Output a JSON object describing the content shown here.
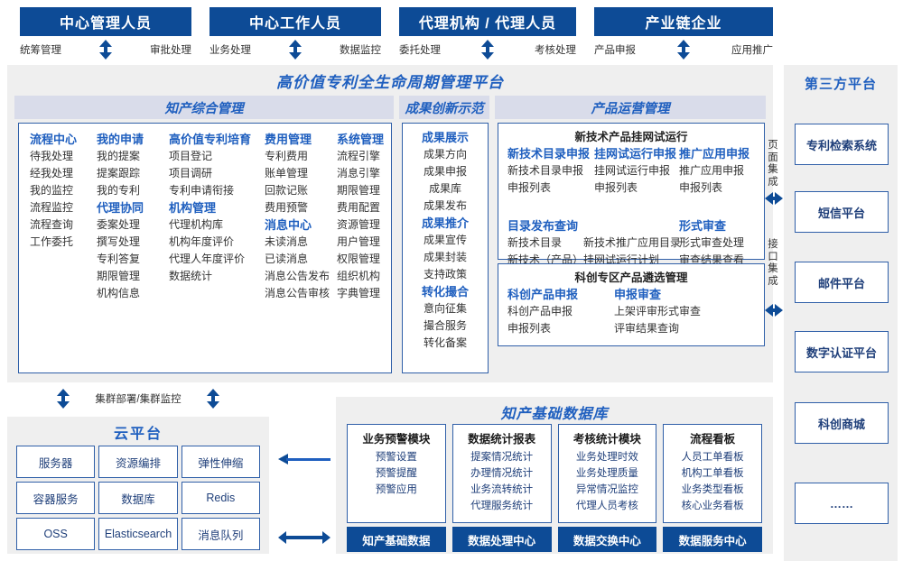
{
  "roles": [
    {
      "title": "中心管理人员",
      "left_label": "统筹管理",
      "right_label": "审批处理"
    },
    {
      "title": "中心工作人员",
      "left_label": "业务处理",
      "right_label": "数据监控"
    },
    {
      "title": "代理机构 / 代理人员",
      "left_label": "委托处理",
      "right_label": "考核处理"
    },
    {
      "title": "产业链企业",
      "left_label": "产品申报",
      "right_label": "应用推广"
    }
  ],
  "platform": {
    "title": "高价值专利全生命周期管理平台",
    "sections": [
      {
        "name": "知产综合管理",
        "columns": [
          {
            "groups": [
              {
                "title": "流程中心",
                "items": [
                  "待我处理",
                  "经我处理",
                  "我的监控",
                  "流程监控",
                  "流程查询",
                  "工作委托"
                ]
              }
            ]
          },
          {
            "groups": [
              {
                "title": "我的申请",
                "items": [
                  "我的提案",
                  "提案跟踪",
                  "我的专利"
                ]
              },
              {
                "title": "代理协同",
                "items": [
                  "委案处理",
                  "撰写处理",
                  "专利答复",
                  "期限管理",
                  "机构信息"
                ]
              }
            ]
          },
          {
            "groups": [
              {
                "title": "高价值专利培育",
                "items": [
                  "项目登记",
                  "项目调研",
                  "专利申请衔接"
                ]
              },
              {
                "title": "机构管理",
                "items": [
                  "代理机构库",
                  "机构年度评价",
                  "代理人年度评价",
                  "数据统计"
                ]
              }
            ]
          },
          {
            "groups": [
              {
                "title": "费用管理",
                "items": [
                  "专利费用",
                  "账单管理",
                  "回款记账",
                  "费用预警"
                ]
              },
              {
                "title": "消息中心",
                "items": [
                  "未读消息",
                  "已读消息",
                  "消息公告发布",
                  "消息公告审核"
                ]
              }
            ]
          },
          {
            "groups": [
              {
                "title": "系统管理",
                "items": [
                  "流程引擎",
                  "消息引擎",
                  "期限管理",
                  "费用配置",
                  "资源管理",
                  "用户管理",
                  "权限管理",
                  "组织机构",
                  "字典管理"
                ]
              }
            ]
          }
        ]
      },
      {
        "name": "成果创新示范",
        "columns": [
          {
            "groups": [
              {
                "title": "成果展示",
                "items": [
                  "成果方向",
                  "成果申报",
                  "成果库",
                  "成果发布"
                ]
              },
              {
                "title": "成果推介",
                "items": [
                  "成果宣传",
                  "成果封装",
                  "支持政策"
                ]
              },
              {
                "title": "转化撮合",
                "items": [
                  "意向征集",
                  "撮合服务",
                  "转化备案"
                ]
              }
            ]
          }
        ]
      },
      {
        "name": "产品运营管理",
        "boxes": [
          {
            "caption": "新技术产品挂网试运行",
            "rows": [
              {
                "cols": [
                  {
                    "title": "新技术目录申报",
                    "items": [
                      "新技术目录申报",
                      "申报列表"
                    ]
                  },
                  {
                    "title": "挂网试运行申报",
                    "items": [
                      "挂网试运行申报",
                      "申报列表"
                    ]
                  },
                  {
                    "title": "推广应用申报",
                    "items": [
                      "推广应用申报",
                      "申报列表"
                    ]
                  }
                ]
              },
              {
                "cols": [
                  {
                    "title": "目录发布查询",
                    "items": [
                      "新技术目录　　新技术推广应用目录",
                      "新技术（产品）挂网试运行计划"
                    ]
                  },
                  {
                    "title": "形式审查",
                    "items": [
                      "形式审查处理",
                      "审查结果查看"
                    ]
                  }
                ]
              }
            ]
          },
          {
            "caption": "科创专区产品遴选管理",
            "rows": [
              {
                "cols": [
                  {
                    "title": "科创产品申报",
                    "items": [
                      "科创产品申报",
                      "申报列表"
                    ]
                  },
                  {
                    "title": "申报审查",
                    "items": [
                      "上架评审形式审查",
                      "评审结果查询"
                    ]
                  }
                ]
              }
            ]
          }
        ]
      }
    ]
  },
  "third_party": {
    "title": "第三方平台",
    "integration_labels": [
      "页面集成",
      "接口集成"
    ],
    "items": [
      "专利检索系统",
      "短信平台",
      "邮件平台",
      "数字认证平台",
      "科创商城",
      "……"
    ]
  },
  "cloud": {
    "cluster_label": "集群部署/集群监控",
    "title": "云平台",
    "items": [
      "服务器",
      "资源编排",
      "弹性伸缩",
      "容器服务",
      "数据库",
      "Redis",
      "OSS",
      "Elasticsearch",
      "消息队列"
    ]
  },
  "database": {
    "title": "知产基础数据库",
    "columns": [
      {
        "title": "业务预警模块",
        "items": [
          "预警设置",
          "预警提醒",
          "预警应用"
        ],
        "footer": "知产基础数据"
      },
      {
        "title": "数据统计报表",
        "items": [
          "提案情况统计",
          "办理情况统计",
          "业务流转统计",
          "代理服务统计"
        ],
        "footer": "数据处理中心"
      },
      {
        "title": "考核统计模块",
        "items": [
          "业务处理时效",
          "业务处理质量",
          "异常情况监控",
          "代理人员考核"
        ],
        "footer": "数据交换中心"
      },
      {
        "title": "流程看板",
        "items": [
          "人员工单看板",
          "机构工单看板",
          "业务类型看板",
          "核心业务看板"
        ],
        "footer": "数据服务中心"
      }
    ]
  },
  "colors": {
    "header_blue": "#0d4b96",
    "accent_blue": "#1f5fbf",
    "lavender": "#d9dcea",
    "panel_grey": "#efefef",
    "border_blue": "#2f5fa8"
  }
}
